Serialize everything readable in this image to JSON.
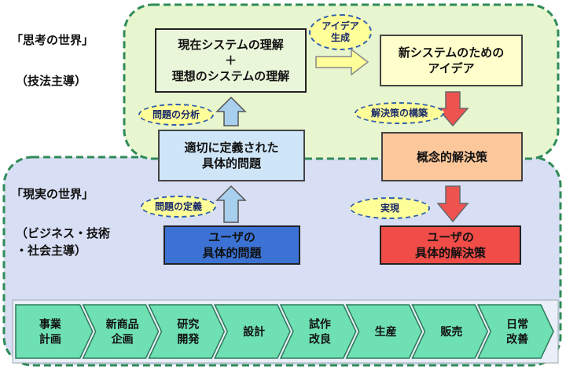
{
  "regions": {
    "thought_label": "「思考の世界」",
    "thought_sub": "（技法主導）",
    "reality_label": "「現実の世界」",
    "reality_sub": "（ビジネス・技術\n・社会主導）"
  },
  "boxes": {
    "understanding": "現在システムの理解\n＋\n理想のシステムの理解",
    "new_idea": "新システムのための\nアイデア",
    "defined_problem": "適切に定義された\n具体的問題",
    "concept_solution": "概念的解決策",
    "user_problem": "ユーザの\n具体的問題",
    "user_solution": "ユーザの\n具体的解決策"
  },
  "pills": {
    "idea_gen": "アイデア\n生成",
    "analysis": "問題の分析",
    "construct": "解決策の構築",
    "definition": "問題の定義",
    "realize": "実現"
  },
  "stages": [
    {
      "label": "事業\n計画"
    },
    {
      "label": "新商品\n企画"
    },
    {
      "label": "研究\n開発"
    },
    {
      "label": "設計"
    },
    {
      "label": "試作\n改良"
    },
    {
      "label": "生産"
    },
    {
      "label": "販売"
    },
    {
      "label": "日常\n改善"
    }
  ]
}
